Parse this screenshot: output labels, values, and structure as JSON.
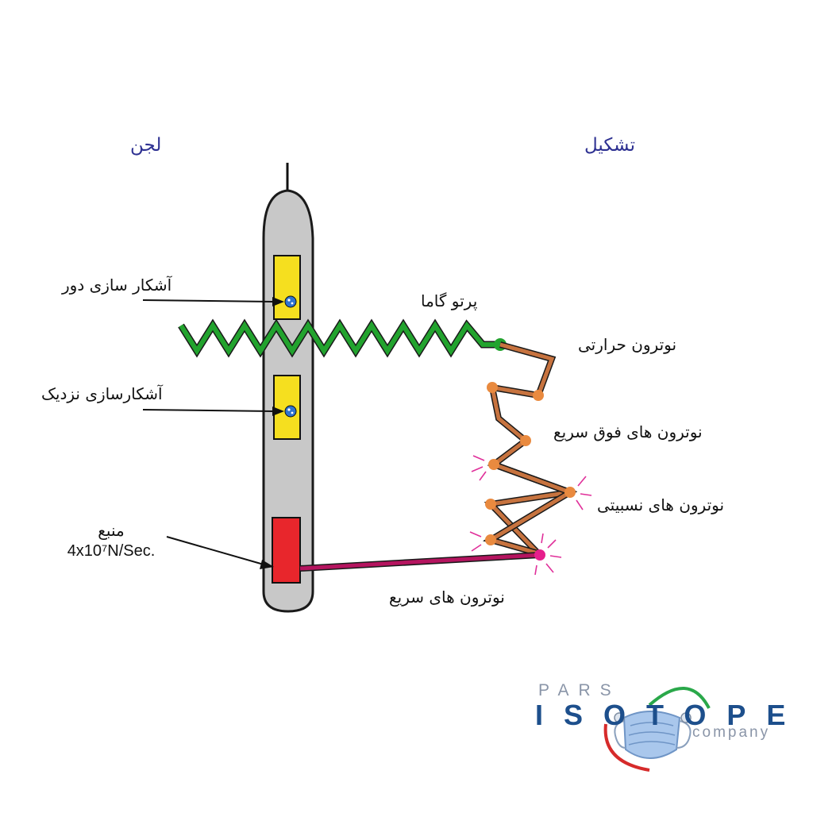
{
  "headings": {
    "left": "لجن",
    "right": "تشکیل"
  },
  "labels": {
    "far_detector": "آشکار سازی دور",
    "near_detector": "آشکارسازی نزدیک",
    "source_title": "منبع",
    "source_value": "4x10⁷N/Sec.",
    "gamma_ray": "پرتو گاما",
    "thermal_neutron": "نوترون حرارتی",
    "super_fast_neutrons": "نوترون های فوق سریع",
    "epithermal_neutrons": "نوترون های نسبیتی",
    "fast_neutrons": "نوترون های سریع"
  },
  "logo": {
    "line1": "PARS",
    "line2": "ISOTOPE",
    "line3": "company"
  },
  "colors": {
    "heading": "#2e3192",
    "tool_body": "#c8c8c8",
    "detector": "#f5df1f",
    "source": "#e8262c",
    "gamma": "#22a32e",
    "neutron_path": "#c7733f",
    "neutron_node": "#e98a3f",
    "fast_beam": "#b5145f",
    "spark": "#e0309a"
  },
  "icons": [
    "detector-dot-icon",
    "collision-spark-icon",
    "mask-icon"
  ]
}
